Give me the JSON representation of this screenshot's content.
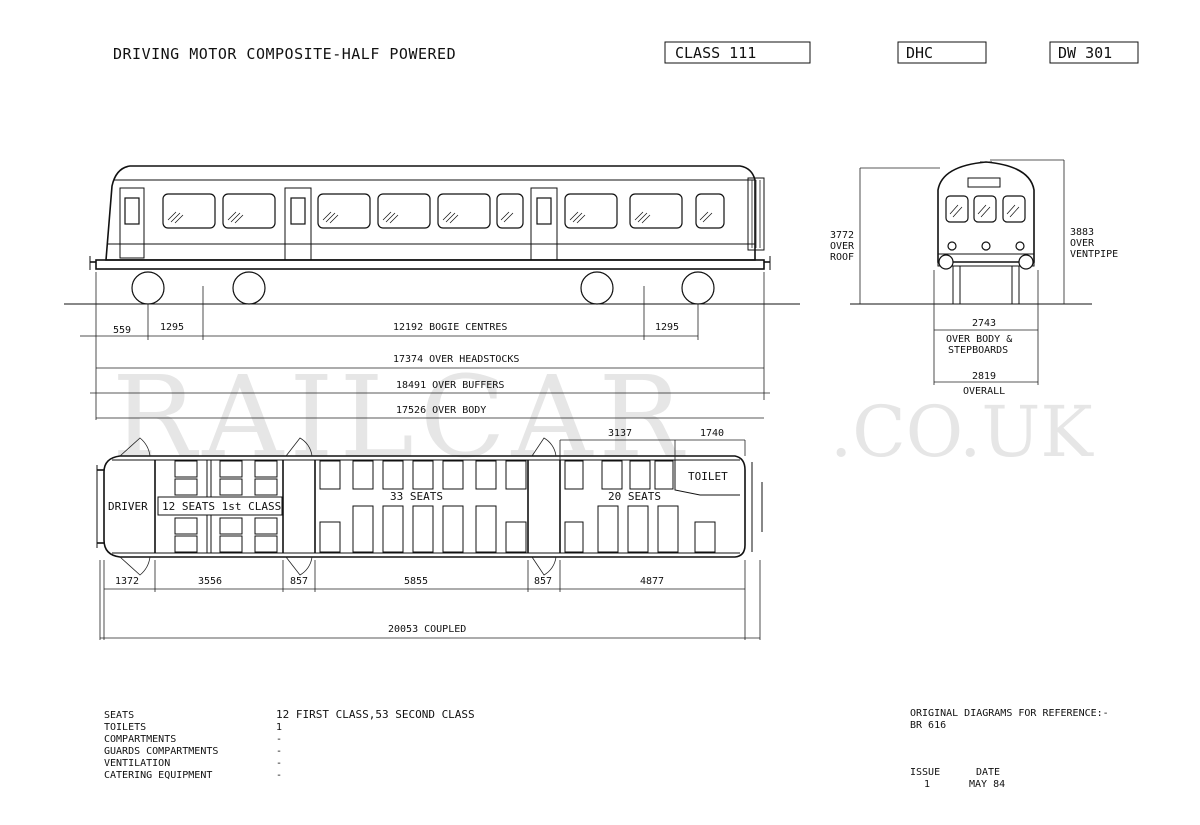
{
  "header": {
    "title": "DRIVING MOTOR COMPOSITE-HALF POWERED",
    "class_box": "CLASS 111",
    "code_box": "DHC",
    "diagram_box": "DW 301"
  },
  "watermark": {
    "main": "RAILCAR",
    "suffix": ".CO.UK"
  },
  "side_view": {
    "dim_559": "559",
    "dim_1295_left": "1295",
    "bogie_centres": "12192 BOGIE CENTRES",
    "dim_1295_right": "1295",
    "over_headstocks": "17374 OVER HEADSTOCKS",
    "over_buffers": "18491 OVER BUFFERS",
    "over_body": "17526 OVER BODY"
  },
  "end_view": {
    "over_roof_value": "3772",
    "over_roof_line1": "OVER",
    "over_roof_line2": "ROOF",
    "ventpipe_value": "3883",
    "ventpipe_line1": "OVER",
    "ventpipe_line2": "VENTPIPE",
    "body_width_value": "2743",
    "body_width_line1": "OVER BODY &",
    "body_width_line2": "STEPBOARDS",
    "overall_value": "2819",
    "overall_label": "OVERALL"
  },
  "plan_view": {
    "driver": "DRIVER",
    "first_class": "12 SEATS 1st CLASS",
    "seats_33": "33 SEATS",
    "seats_20": "20 SEATS",
    "toilet": "TOILET",
    "dim_3137": "3137",
    "dim_1740": "1740",
    "dim_1372": "1372",
    "dim_3556": "3556",
    "dim_857_a": "857",
    "dim_5855": "5855",
    "dim_857_b": "857",
    "dim_4877": "4877",
    "coupled": "20053 COUPLED"
  },
  "specs": {
    "rows": [
      {
        "label": "SEATS",
        "value": "12 FIRST CLASS,53 SECOND CLASS"
      },
      {
        "label": "TOILETS",
        "value": "1"
      },
      {
        "label": "COMPARTMENTS",
        "value": "-"
      },
      {
        "label": "GUARDS COMPARTMENTS",
        "value": "-"
      },
      {
        "label": "VENTILATION",
        "value": "-"
      },
      {
        "label": "CATERING EQUIPMENT",
        "value": "-"
      }
    ]
  },
  "reference": {
    "heading": "ORIGINAL DIAGRAMS FOR REFERENCE:-",
    "ref": "BR 616",
    "issue_label": "ISSUE",
    "issue_value": "1",
    "date_label": "DATE",
    "date_value": "MAY 84"
  }
}
